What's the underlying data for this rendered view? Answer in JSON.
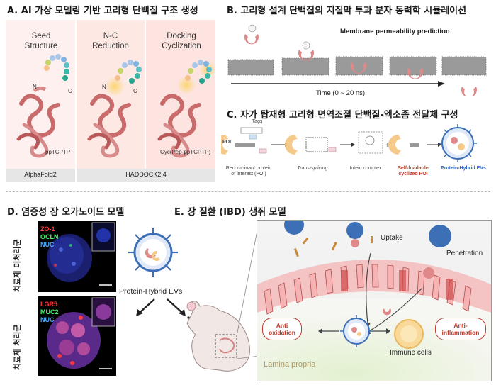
{
  "panel_a": {
    "title": "A. AI 가상 모델링 기반 고리형 단백질 구조 생성",
    "columns": [
      "Seed\nStructure",
      "N-C\nReduction",
      "Docking\nCyclization"
    ],
    "col1_line1": "Seed",
    "col1_line2": "Structure",
    "col2_line1": "N-C",
    "col2_line2": "Reduction",
    "col3_line1": "Docking",
    "col3_line2": "Cyclization",
    "label_n": "N",
    "label_c": "C",
    "pep_label_1": "ppTCPTP",
    "pep_label_2": "Cyc(Pep-ppTCPTP)",
    "tool_1": "AlphaFold2",
    "tool_2": "HADDOCK2.4"
  },
  "panel_b": {
    "title": "B. 고리형 설계 단백질의 지질막 투과 분자 동력학 시뮬레이션",
    "subtitle": "Membrane permeability prediction",
    "time_label": "Time (0 ~ 20 ns)"
  },
  "panel_c": {
    "title": "C. 자가 탑재형 고리형 면역조절 단백질-엑소좀 전달체 구성",
    "tags_label": "Tags",
    "poi": "POI",
    "step_1": "Recombinant protein of interest (POI)",
    "step_1a": "Recombinant protein",
    "step_1b": "of interest (POI)",
    "step_2": "Trans-splicing",
    "step_3": "Intein complex",
    "step_4a": "Self-loadable",
    "step_4b": "cyclized POI",
    "step_5": "Protein-Hybrid EVs",
    "plus": "+"
  },
  "panel_d": {
    "title": "D. 염증성 장 오가노이드 모델",
    "top_label": "치료제 미처리군",
    "bottom_label": "치료제 처리군",
    "top_stains": [
      "ZO-1",
      "OCLN",
      "NUC"
    ],
    "bottom_stains": [
      "LGR5",
      "MUC2",
      "NUC"
    ],
    "stain_colors": {
      "red": "#ff3b3b",
      "green": "#3bff6a",
      "blue": "#4aa8ff"
    }
  },
  "center": {
    "label": "Protein-Hybrid EVs"
  },
  "panel_e": {
    "title": "E. 장 질환 (IBD) 생쥐 모델",
    "uptake": "Uptake",
    "penetration": "Penetration",
    "anti_oxidation_1": "Anti",
    "anti_oxidation_2": "oxidation",
    "anti_inflammation_1": "Anti-",
    "anti_inflammation_2": "inflammation",
    "immune_cells": "Immune cells",
    "lamina_propria": "Lamina propria"
  },
  "colors": {
    "protein": "#d98080",
    "protein_dark": "#b85858",
    "accent_red": "#c0392b",
    "exosome_blue": "#3d6fb6",
    "panel_a_bg": "#fde9e6"
  }
}
